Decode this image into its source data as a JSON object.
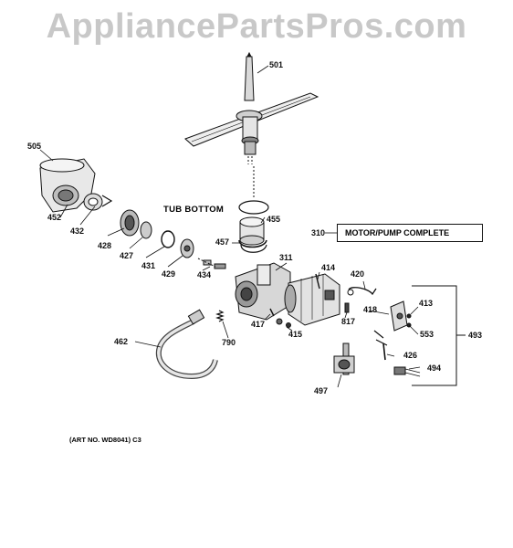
{
  "watermark": "AppliancePartsPros.com",
  "callout_box": "MOTOR/PUMP COMPLETE",
  "tub_label": "TUB BOTTOM",
  "art_no": "(ART NO. WD8041) C3",
  "parts": {
    "p501": "501",
    "p505": "505",
    "p452": "452",
    "p432": "432",
    "p428": "428",
    "p427": "427",
    "p431": "431",
    "p429": "429",
    "p434": "434",
    "p455": "455",
    "p457": "457",
    "p311": "311",
    "p310": "310",
    "p414": "414",
    "p420": "420",
    "p418": "418",
    "p413": "413",
    "p553": "553",
    "p493": "493",
    "p817": "817",
    "p417": "417",
    "p415": "415",
    "p426": "426",
    "p494": "494",
    "p497": "497",
    "p462": "462",
    "p790": "790"
  }
}
